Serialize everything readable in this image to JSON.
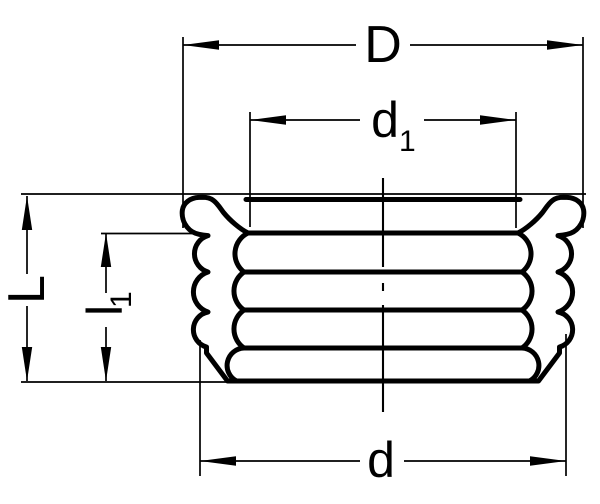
{
  "drawing": {
    "background_color": "#ffffff",
    "line_color": "#000000",
    "description": "technical-drawing-threaded-plug-cross-section",
    "labels": {
      "flange_diameter": "D",
      "inner_diameter": "d",
      "inner_diameter_sub": "1",
      "thread_diameter": "d",
      "overall_height": "L",
      "thread_length": "l",
      "thread_length_sub": "1"
    }
  }
}
